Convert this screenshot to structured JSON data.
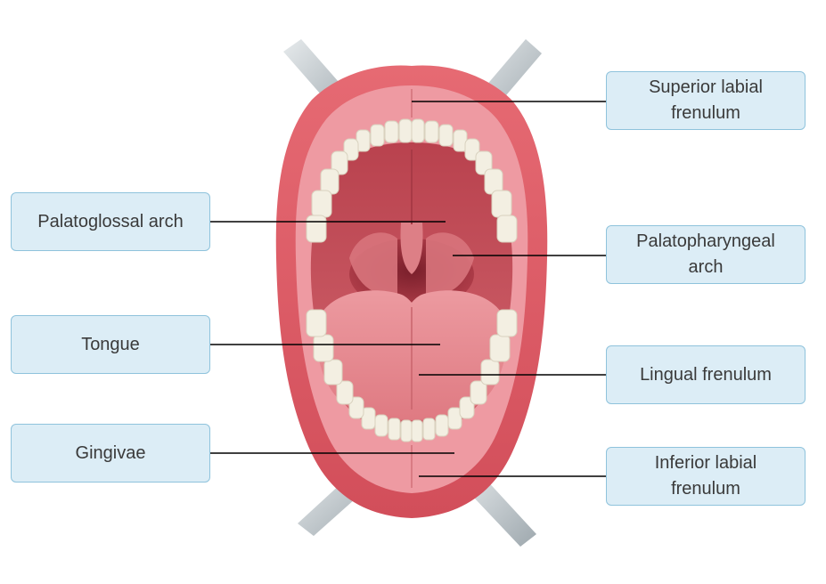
{
  "labels": {
    "superior_labial_frenulum": "Superior labial\nfrenulum",
    "palatoglossal_arch": "Palatoglossal arch",
    "palatopharyngeal_arch": "Palatopharyngeal\narch",
    "tongue": "Tongue",
    "lingual_frenulum": "Lingual frenulum",
    "gingivae": "Gingivae",
    "inferior_labial_frenulum": "Inferior labial\nfrenulum"
  },
  "colors": {
    "label_fill": "#dcedf6",
    "label_border": "#8fc3dc",
    "leader_line": "#000000",
    "lip": "#e0606a",
    "gum": "#ef9ca4",
    "palate": "#c9545e",
    "tongue": "#e58a8f",
    "tooth": "#f3efe2",
    "retractor": "#b9c2c7"
  }
}
